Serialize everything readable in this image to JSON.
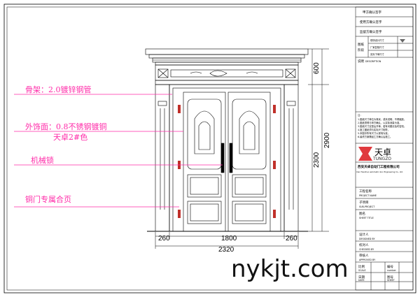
{
  "labels": {
    "frame": "骨架：2.0镀锌钢管",
    "facing": "外饰面：0.8不锈钢镀铜",
    "facing2": "天卓2#色",
    "lock": "机械锁",
    "hinge": "铜门专属合页"
  },
  "dims": {
    "side_left": "260",
    "center": "1800",
    "side_right": "260",
    "total_width": "2320",
    "top_height": "600",
    "door_height": "2300",
    "total_height": "2900"
  },
  "title_block": {
    "r1": "甲方确认签字",
    "r2": "使用方确认签字",
    "r3": "监督方确认签字",
    "drawing": "图纸",
    "stage": "阶段",
    "s1": "现场设计尺寸",
    "s2": "厂家复核尺寸",
    "s3": "实际下单尺寸",
    "desc_cn": "说明",
    "desc_en": "DESCRIPTION",
    "note": "注：",
    "n1": "1.图纸尺寸单位为毫米，或未说明，不得缩放。",
    "n2": "2.图纸须得与甲方确认，以实际测量为准。",
    "n3": "3.图纸尺寸定型后开单，若有问题请及时告知。",
    "n4": "4.施工图纸须与实际尺寸相符。",
    "n5": "5.本图中所有尺寸以现场为准。",
    "n6": "6.最终方案需经乙方确认后施工。",
    "logo_cn": "天卓",
    "logo_en": "TUNGZO",
    "company_cn": "西安天卓自动门工程有限公司",
    "company_en": "Xian Tianzhuo automatic door Engineering Co., Ltd.",
    "project_cn": "工程名称",
    "project_en": "PROJECT NAME",
    "sub_cn": "子项目",
    "sub_en": "SUB-PROJECT",
    "sheet_cn": "图名",
    "sheet_en": "SHEET TITLE",
    "design_cn": "设计人",
    "design_en": "DESIGNED BY",
    "check_cn": "校对人",
    "check_en": "CHECKED BY",
    "approve_cn": "审核人",
    "approve_en": "APPROVED BY",
    "scale_cn": "比例",
    "scale_en": "SCALE",
    "number_cn": "编号",
    "number_en": "number",
    "date_cn": "日期",
    "date_en": "DATE",
    "sheetno_cn": "图号",
    "sheetno_en": "SHEET"
  },
  "watermark": "nykjt.com"
}
